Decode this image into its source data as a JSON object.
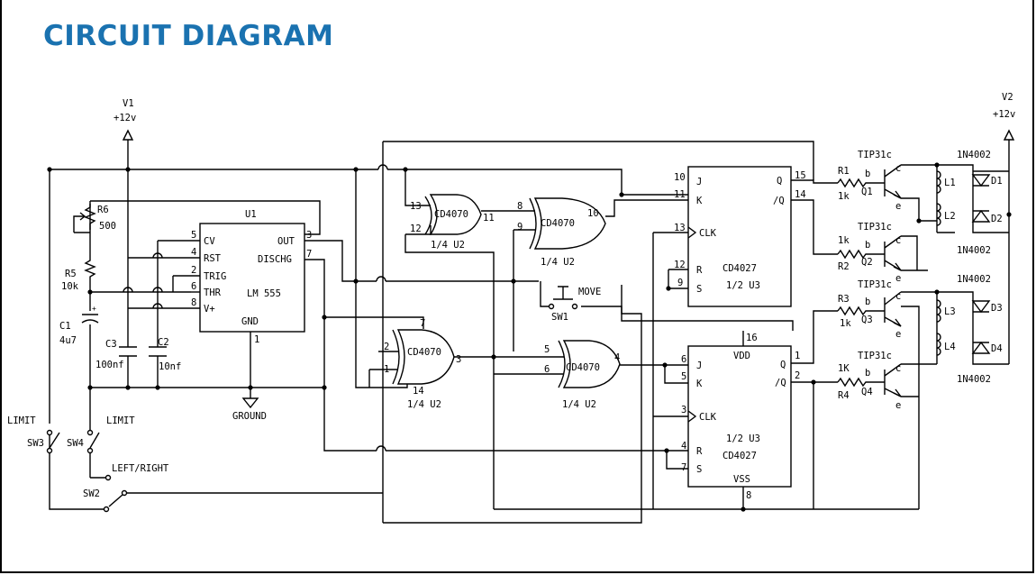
{
  "title": "CIRCUIT DIAGRAM",
  "colors": {
    "title": "#1a72b0",
    "ink": "#000000",
    "background": "#ffffff"
  },
  "supplies": {
    "v1": {
      "name": "V1",
      "voltage": "+12v"
    },
    "v2": {
      "name": "V2",
      "voltage": "+12v"
    },
    "ground": "GROUND"
  },
  "timer": {
    "ref": "U1",
    "part": "LM 555",
    "pins": {
      "cv": "CV",
      "rst": "RST",
      "trig": "TRIG",
      "thr": "THR",
      "vplus": "V+",
      "out": "OUT",
      "dischg": "DISCHG",
      "gnd": "GND"
    },
    "pin_numbers": {
      "cv": "5",
      "rst": "4",
      "trig": "2",
      "thr": "6",
      "vplus": "8",
      "out": "3",
      "dischg": "7",
      "gnd": "1"
    }
  },
  "passives": {
    "r6": {
      "ref": "R6",
      "value": "500"
    },
    "r5": {
      "ref": "R5",
      "value": "10k"
    },
    "c1": {
      "ref": "C1",
      "value": "4u7"
    },
    "c3": {
      "ref": "C3",
      "value": "100nf"
    },
    "c2": {
      "ref": "C2",
      "value": "10nf"
    },
    "r1": {
      "ref": "R1",
      "value": "1k"
    },
    "r2": {
      "ref": "R2",
      "value": "1k"
    },
    "r3": {
      "ref": "R3",
      "value": "1k"
    },
    "r4": {
      "ref": "R4",
      "value": "1K"
    }
  },
  "switches": {
    "sw1": {
      "ref": "SW1",
      "label": "MOVE"
    },
    "sw2": {
      "ref": "SW2",
      "label": "LEFT/RIGHT"
    },
    "sw3": {
      "ref": "SW3",
      "label": "LIMIT"
    },
    "sw4": {
      "ref": "SW4",
      "label": "LIMIT"
    }
  },
  "xor_gates": {
    "part": "CD4070",
    "quarter": "1/4 U2",
    "g1": {
      "in_a": "13",
      "in_b": "12",
      "out": "11"
    },
    "g2": {
      "in_a": "8",
      "in_b": "9",
      "out": "10"
    },
    "g3": {
      "in_a": "2",
      "in_b": "1",
      "out": "3",
      "vdd": "7",
      "vss": "14"
    },
    "g4": {
      "in_a": "5",
      "in_b": "6",
      "out": "4"
    }
  },
  "flipflops": {
    "part": "CD4027",
    "ff1": {
      "label": "1/2 U3",
      "pins": {
        "j": "J",
        "k": "K",
        "clk": "CLK",
        "r": "R",
        "s": "S",
        "q": "Q",
        "nq": "/Q"
      },
      "pin_numbers": {
        "j": "10",
        "k": "11",
        "clk": "13",
        "r": "12",
        "s": "9",
        "q": "15",
        "nq": "14"
      }
    },
    "ff2": {
      "label": "1/2 U3",
      "vdd": "VDD",
      "vss": "VSS",
      "pins": {
        "j": "J",
        "k": "K",
        "clk": "CLK",
        "r": "R",
        "s": "S",
        "q": "Q",
        "nq": "/Q"
      },
      "pin_numbers": {
        "j": "6",
        "k": "5",
        "clk": "3",
        "r": "4",
        "s": "7",
        "q": "1",
        "nq": "2",
        "vdd": "16",
        "vss": "8"
      }
    }
  },
  "transistors": {
    "part": "TIP31c",
    "pins": {
      "b": "b",
      "c": "c",
      "e": "e"
    },
    "refs": [
      "Q1",
      "Q2",
      "Q3",
      "Q4"
    ]
  },
  "coils": [
    "L1",
    "L2",
    "L3",
    "L4"
  ],
  "diodes": {
    "part": "1N4002",
    "refs": [
      "D1",
      "D2",
      "D3",
      "D4"
    ]
  }
}
